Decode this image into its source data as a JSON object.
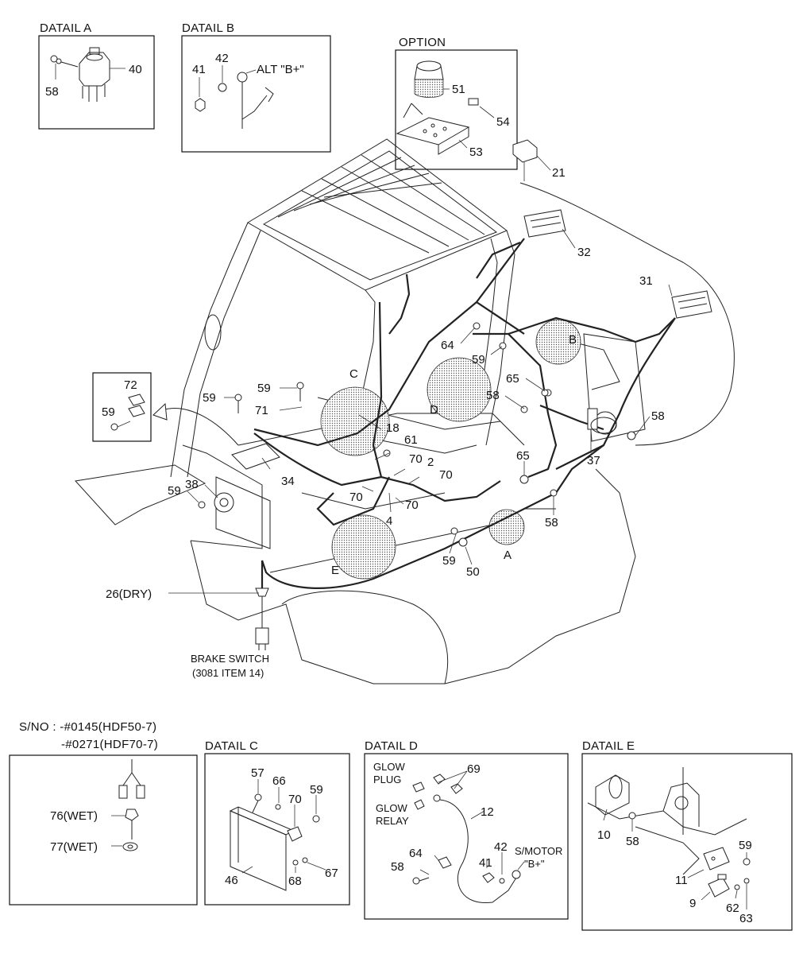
{
  "detail_titles": {
    "a": "DATAIL A",
    "b": "DATAIL B",
    "c": "DATAIL C",
    "d": "DATAIL D",
    "e": "DATAIL E",
    "option": "OPTION"
  },
  "serial_note": {
    "line1": "S/NO : -#0145(HDF50-7)",
    "line2": "-#0271(HDF70-7)"
  },
  "detail_a_labels": {
    "p40": "40",
    "p58": "58"
  },
  "detail_b_labels": {
    "p41": "41",
    "p42": "42",
    "alt": "ALT \"B+\""
  },
  "option_labels": {
    "p51": "51",
    "p53": "53",
    "p54": "54"
  },
  "main_labels": {
    "p21": "21",
    "p32": "32",
    "p31": "31",
    "p64": "64",
    "p59a": "59",
    "p65a": "65",
    "p58a": "58",
    "p58b": "58",
    "p37": "37",
    "p65b": "65",
    "p58c": "58",
    "p59b": "59",
    "p50": "50",
    "p4": "4",
    "p70a": "70",
    "p70b": "70",
    "p70c": "70",
    "p70d": "70",
    "p2": "2",
    "p61": "61",
    "p18": "18",
    "p71": "71",
    "p59c": "59",
    "p59d": "59",
    "p34": "34",
    "p38": "38",
    "p59e": "59",
    "p26": "26(DRY)",
    "brake1": "BRAKE SWITCH",
    "brake2": "(3081 ITEM 14)",
    "circA": "A",
    "circB": "B",
    "circC": "C",
    "circD": "D",
    "circE": "E"
  },
  "inset_labels": {
    "p72": "72",
    "p59": "59"
  },
  "serial_box_labels": {
    "p76": "76(WET)",
    "p77": "77(WET)"
  },
  "detail_c_labels": {
    "p57": "57",
    "p66": "66",
    "p70": "70",
    "p59": "59",
    "p46": "46",
    "p68": "68",
    "p67": "67"
  },
  "detail_d_labels": {
    "glow_plug1": "GLOW",
    "glow_plug2": "PLUG",
    "glow_relay1": "GLOW",
    "glow_relay2": "RELAY",
    "p69": "69",
    "p12": "12",
    "p58": "58",
    "p64": "64",
    "p41": "41",
    "p42": "42",
    "smotor1": "S/MOTOR",
    "smotor2": "\"B+\""
  },
  "detail_e_labels": {
    "p10": "10",
    "p58": "58",
    "p59": "59",
    "p11": "11",
    "p9": "9",
    "p62": "62",
    "p63": "63"
  }
}
